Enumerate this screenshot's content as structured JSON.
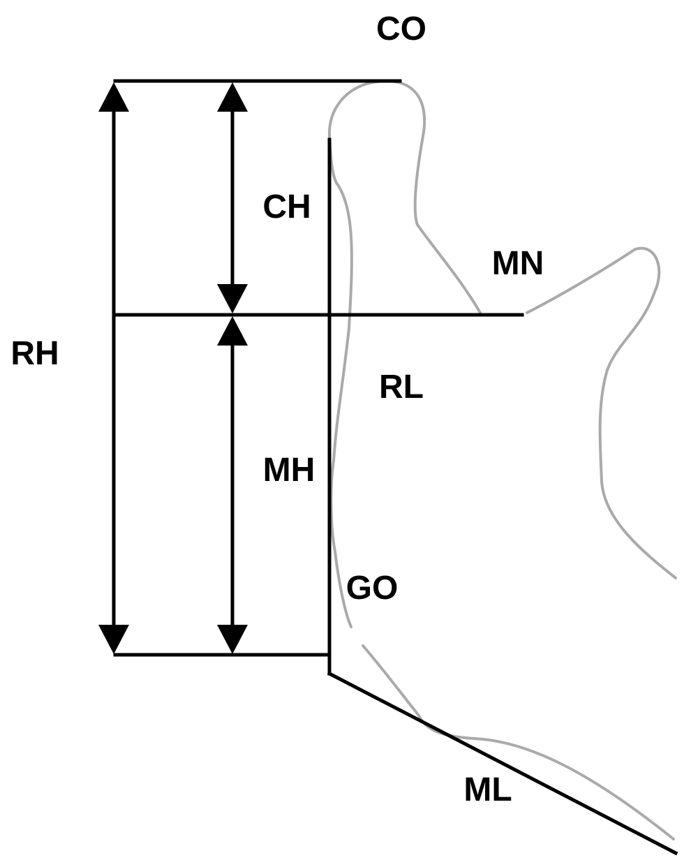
{
  "labels": {
    "co": "CO",
    "ch": "CH",
    "mn": "MN",
    "rh": "RH",
    "rl": "RL",
    "mh": "MH",
    "go": "GO",
    "ml": "ML"
  },
  "colors": {
    "measure": "#000000",
    "contour": "#aaaaaa",
    "text": "#000000",
    "background": "#ffffff"
  }
}
